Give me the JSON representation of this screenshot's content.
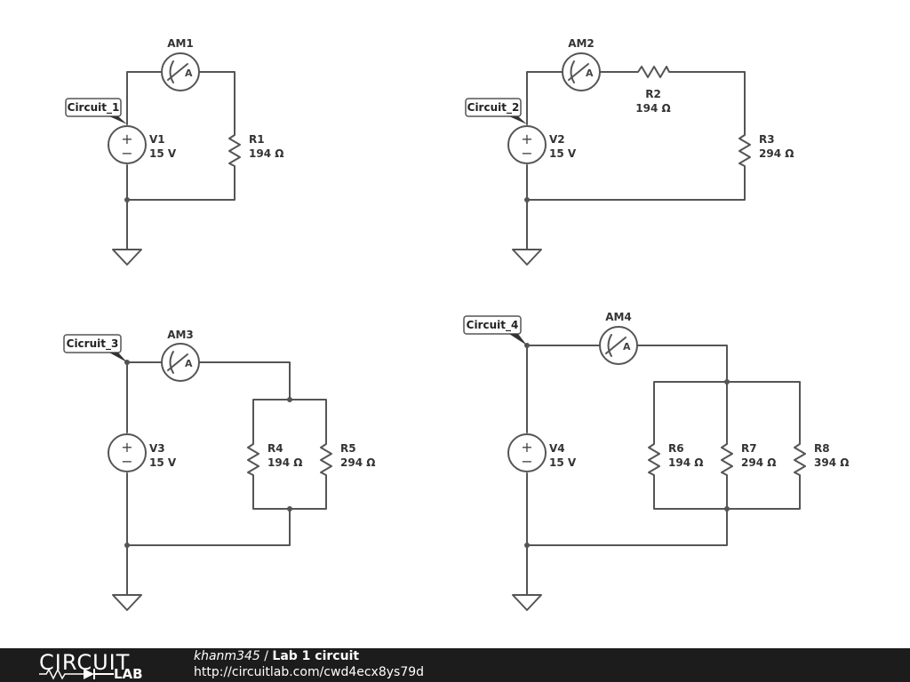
{
  "circuits": [
    {
      "probe": "Circuit_1",
      "source": {
        "name": "V1",
        "value": "15 V"
      },
      "ammeter": "AM1",
      "resistors": [
        {
          "name": "R1",
          "value": "194 Ω"
        }
      ]
    },
    {
      "probe": "Circuit_2",
      "source": {
        "name": "V2",
        "value": "15 V"
      },
      "ammeter": "AM2",
      "resistors": [
        {
          "name": "R2",
          "value": "194 Ω"
        },
        {
          "name": "R3",
          "value": "294 Ω"
        }
      ]
    },
    {
      "probe": "Cicruit_3",
      "source": {
        "name": "V3",
        "value": "15 V"
      },
      "ammeter": "AM3",
      "resistors": [
        {
          "name": "R4",
          "value": "194 Ω"
        },
        {
          "name": "R5",
          "value": "294 Ω"
        }
      ]
    },
    {
      "probe": "Circuit_4",
      "source": {
        "name": "V4",
        "value": "15 V"
      },
      "ammeter": "AM4",
      "resistors": [
        {
          "name": "R6",
          "value": "194 Ω"
        },
        {
          "name": "R7",
          "value": "294 Ω"
        },
        {
          "name": "R8",
          "value": "394 Ω"
        }
      ]
    }
  ],
  "symbols": {
    "plus": "+",
    "minus": "−",
    "ammeter_letter": "A"
  },
  "footer": {
    "logo_word": "CIRCUIT",
    "logo_sub": "LAB",
    "username": "khanm345",
    "separator": " / ",
    "title": "Lab 1 circuit",
    "url": "http://circuitlab.com/cwd4ecx8ys79d"
  },
  "colors": {
    "wire": "#555555",
    "footer_bg": "#1c1c1c",
    "footer_text": "#ffffff"
  }
}
